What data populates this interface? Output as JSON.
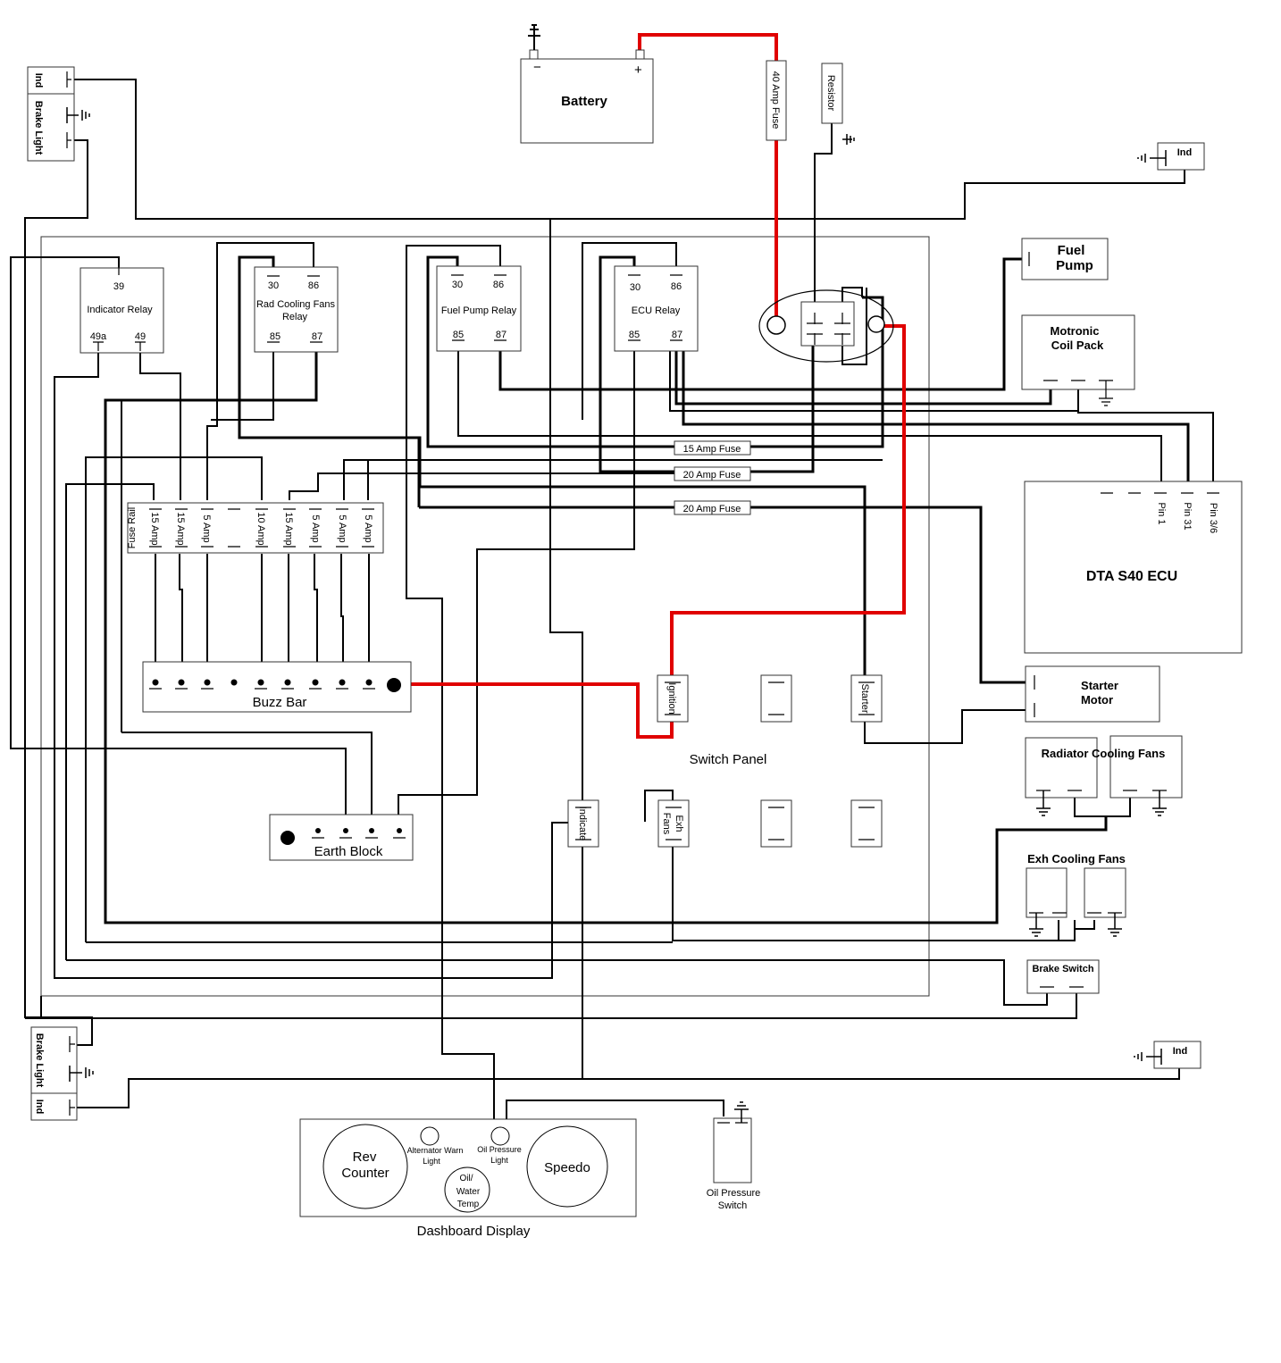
{
  "battery": {
    "label": "Battery",
    "neg": "−",
    "pos": "+"
  },
  "fuse40": "40 Amp Fuse",
  "resistor": "Resistor",
  "ind_labels": [
    "Ind",
    "Ind",
    "Ind",
    "Ind"
  ],
  "brake_light": "Brake Light",
  "relays": {
    "indicator": {
      "name": "Indicator Relay",
      "pins": [
        "39",
        "49a",
        "49"
      ]
    },
    "rad_fans": {
      "name_line1": "Rad Cooling Fans",
      "name_line2": "Relay",
      "pins": [
        "30",
        "86",
        "85",
        "87"
      ]
    },
    "fuel_pump": {
      "name": "Fuel Pump Relay",
      "pins": [
        "30",
        "86",
        "85",
        "87"
      ]
    },
    "ecu": {
      "name": "ECU Relay",
      "pins": [
        "30",
        "86",
        "85",
        "87"
      ]
    }
  },
  "inline_fuses": [
    "15 Amp Fuse",
    "20 Amp Fuse",
    "20 Amp Fuse"
  ],
  "fuse_rail": {
    "label": "Fuse Rail",
    "fuses": [
      "15 Amp",
      "15 Amp",
      "5 Amp",
      "",
      "10 Amp",
      "15 Amp",
      "5 Amp",
      "5 Amp",
      "5 Amp"
    ]
  },
  "buzz_bar": "Buzz Bar",
  "earth_block": "Earth Block",
  "switch_panel": "Switch Panel",
  "switches": {
    "ignition": "Ignition",
    "starter": "Starter",
    "indicate": "Indicate",
    "exh_line1": "Exh",
    "exh_line2": "Fans"
  },
  "fuel_pump": {
    "line1": "Fuel",
    "line2": "Pump"
  },
  "coil_pack": {
    "line1": "Motronic",
    "line2": "Coil Pack"
  },
  "ecu": {
    "name": "DTA S40 ECU",
    "pins": [
      "Pin 1",
      "Pin 31",
      "Pin 3/6"
    ]
  },
  "starter_motor": {
    "line1": "Starter",
    "line2": "Motor"
  },
  "rad_cooling_fans": "Radiator Cooling Fans",
  "exh_cooling_fans": "Exh Cooling Fans",
  "brake_switch": "Brake Switch",
  "dashboard": {
    "label": "Dashboard Display",
    "rev_line1": "Rev",
    "rev_line2": "Counter",
    "speedo": "Speedo",
    "alt_line1": "Alternator Warn",
    "alt_line2": "Light",
    "oil_line1": "Oil Pressure",
    "oil_line2": "Light",
    "temp_line1": "Oil/",
    "temp_line2": "Water",
    "temp_line3": "Temp"
  },
  "oil_switch": {
    "line1": "Oil Pressure",
    "line2": "Switch"
  },
  "colors": {
    "live_feed": "#e00000",
    "wire": "#000000"
  }
}
